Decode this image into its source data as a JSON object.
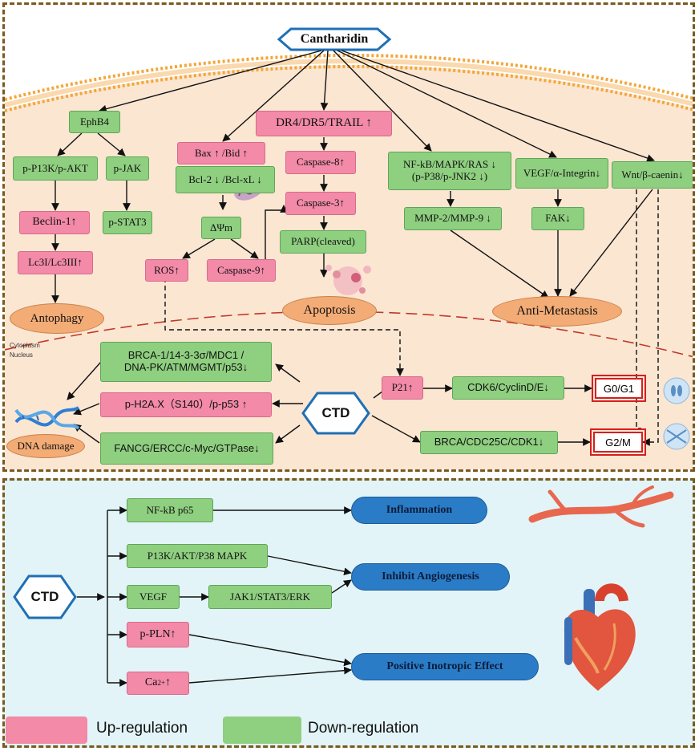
{
  "top": {
    "title": "Cantharidin",
    "cytoplasm_label": "Cytoplasm",
    "nucleus_label": "Nucleus",
    "ephb4": "EphB4",
    "pi3k_akt": "p-P13K/p-AKT",
    "p_jak": "p-JAK",
    "beclin": "Beclin-1↑",
    "p_stat3": "p-STAT3",
    "lc3": "Lc3I/Lc3III↑",
    "autophagy": "Antophagy",
    "bax_bid": "Bax ↑ /Bid ↑",
    "bcl2": "Bcl-2 ↓ /Bcl-xL ↓",
    "delta_psi": "ΔΨm",
    "ros": "ROS↑",
    "caspase9": "Caspase-9↑",
    "dr4": "DR4/DR5/TRAIL ↑",
    "caspase8": "Caspase-8↑",
    "caspase3": "Caspase-3↑",
    "parp": "PARP(cleaved)",
    "apoptosis": "Apoptosis",
    "nfkb_line1": "NF-kB/MAPK/RAS ↓",
    "nfkb_line2": "(p-P38/p-JNK2 ↓)",
    "mmp": "MMP-2/MMP-9 ↓",
    "vegf_integrin": "VEGF/α-Integrin↓",
    "fak": "FAK↓",
    "wnt": "Wnt/β-caenin↓",
    "anti_metastasis": "Anti-Metastasis",
    "brca_line1": "BRCA-1/14-3-3σ/MDC1 /",
    "brca_line2": "DNA-PK/ATM/MGMT/p53↓",
    "ph2ax": "p-H2A.X（S140）/p-p53 ↑",
    "fancg": "FANCG/ERCC/c-Myc/GTPase↓",
    "dna_damage": "DNA damage",
    "ctd": "CTD",
    "p21": "P21↑",
    "cdk6": "CDK6/CyclinD/E↓",
    "g0g1": "G0/G1",
    "brca_cdc": "BRCA/CDC25C/CDK1↓",
    "g2m": "G2/M"
  },
  "bottom": {
    "ctd": "CTD",
    "nfkb_p65": "NF-kB p65",
    "pi3k_p38": "P13K/AKT/P38 MAPK",
    "vegf": "VEGF",
    "jak_stat": "JAK1/STAT3/ERK",
    "p_pln": "p-PLN↑",
    "ca_base": "Ca",
    "ca_sup": "2+",
    "ca_arrow": "↑",
    "inflammation": "Inflammation",
    "angiogenesis": "Inhibit Angiogenesis",
    "inotropic": "Positive Inotropic Effect"
  },
  "legend": {
    "up": "Up-regulation",
    "down": "Down-regulation"
  },
  "colors": {
    "up": "#f28aa8",
    "down": "#8fcf80",
    "outcome_oval": "#f3ac76",
    "outcome_pill": "#2b7cc7",
    "cell_background": "#fbe6d2",
    "membrane": "#f4a63a",
    "nucleus_border": "#c0392b",
    "ctd_hexagon": "#1f6fb5",
    "cell_cycle_box": "#d32020"
  }
}
